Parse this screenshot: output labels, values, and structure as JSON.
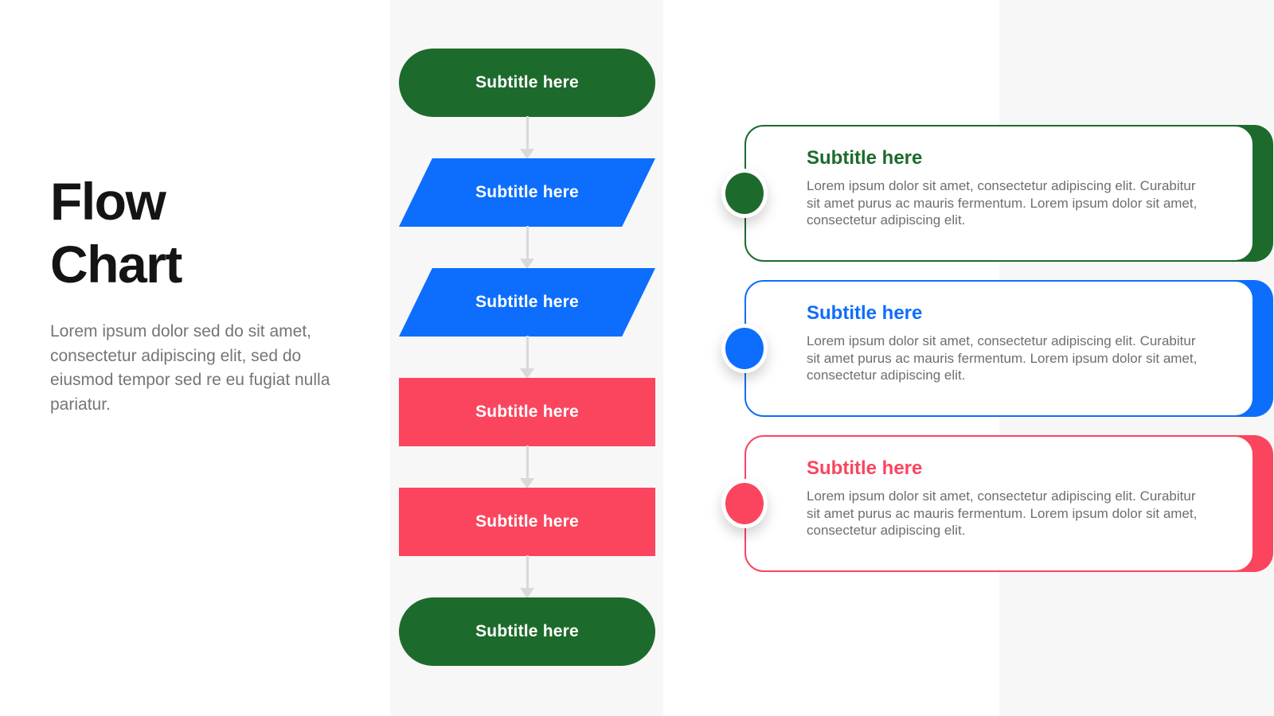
{
  "colors": {
    "green": "#1d6b2c",
    "blue": "#0d6efd",
    "red": "#fb455f",
    "arrow": "#d9d9d9",
    "panel_bg": "#f7f7f7"
  },
  "left_panel": {
    "title_line1": "Flow",
    "title_line2": "Chart",
    "description": "Lorem ipsum dolor sed do sit amet, consectetur adipiscing elit, sed do eiusmod tempor sed re eu fugiat nulla pariatur."
  },
  "flowchart": {
    "nodes": [
      {
        "shape": "pill",
        "color": "#1d6b2c",
        "label": "Subtitle here"
      },
      {
        "shape": "parallelogram",
        "color": "#0d6efd",
        "label": "Subtitle here"
      },
      {
        "shape": "parallelogram",
        "color": "#0d6efd",
        "label": "Subtitle here"
      },
      {
        "shape": "rect",
        "color": "#fb455f",
        "label": "Subtitle here"
      },
      {
        "shape": "rect",
        "color": "#fb455f",
        "label": "Subtitle here"
      },
      {
        "shape": "pill",
        "color": "#1d6b2c",
        "label": "Subtitle here"
      }
    ]
  },
  "cards": [
    {
      "color": "#1d6b2c",
      "title": "Subtitle here",
      "body": "Lorem ipsum dolor sit amet, consectetur adipiscing elit. Curabitur sit amet purus ac mauris fermentum. Lorem ipsum dolor sit amet, consectetur adipiscing elit."
    },
    {
      "color": "#0d6efd",
      "title": "Subtitle here",
      "body": "Lorem ipsum dolor sit amet, consectetur adipiscing elit. Curabitur sit amet purus ac mauris fermentum. Lorem ipsum dolor sit amet, consectetur adipiscing elit."
    },
    {
      "color": "#fb455f",
      "title": "Subtitle here",
      "body": "Lorem ipsum dolor sit amet, consectetur adipiscing elit. Curabitur sit amet purus ac mauris fermentum. Lorem ipsum dolor sit amet, consectetur adipiscing elit."
    }
  ]
}
